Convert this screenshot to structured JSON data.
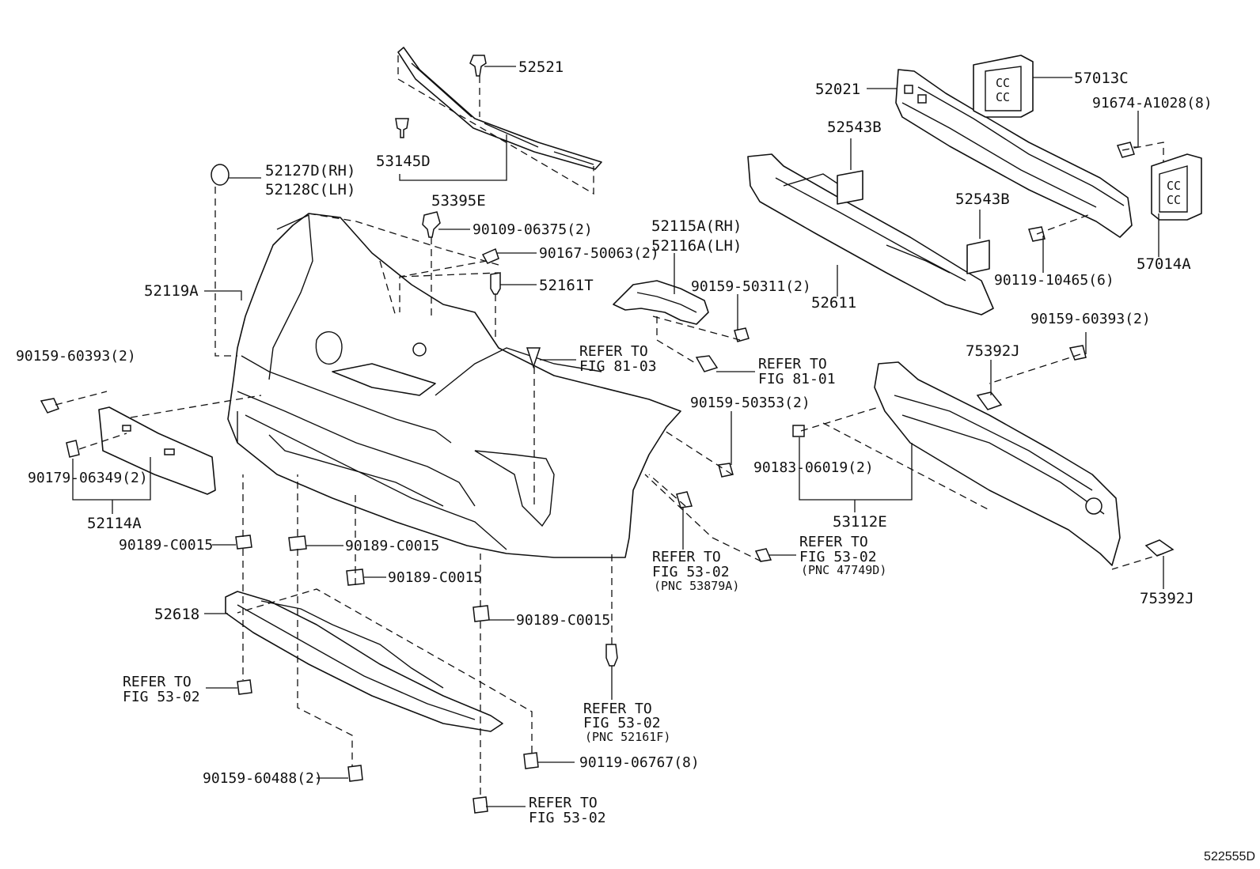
{
  "labels": {
    "p52521": "52521",
    "p53145d": "53145D",
    "p53395e": "53395E",
    "p52127d": "52127D(RH)",
    "p52128c": "52128C(LH)",
    "p52119a": "52119A",
    "p90109": "90109-06375(2)",
    "p90167": "90167-50063(2)",
    "p52161t": "52161T",
    "p52021": "52021",
    "p57013c": "57013C",
    "p91674": "91674-A1028(8)",
    "p52543b_1": "52543B",
    "p52543b_2": "52543B",
    "p52611": "52611",
    "p90119_10465": "90119-10465(6)",
    "p57014a": "57014A",
    "p52115a": "52115A(RH)",
    "p52116a": "52116A(LH)",
    "p90159_50311": "90159-50311(2)",
    "p90159_60393_r": "90159-60393(2)",
    "p75392j_top": "75392J",
    "p90159_60393_l": "90159-60393(2)",
    "p90159_50353": "90159-50353(2)",
    "p90183": "90183-06019(2)",
    "p53112e": "53112E",
    "p90179": "90179-06349(2)",
    "p52114a": "52114A",
    "p90189_a": "90189-C0015",
    "p90189_b": "90189-C0015",
    "p90189_c": "90189-C0015",
    "p90189_d": "90189-C0015",
    "p52618": "52618",
    "p75392j_bot": "75392J",
    "p90119_06767": "90119-06767(8)",
    "p90159_60488": "90159-60488(2)"
  },
  "refers": {
    "r8103_a": "REFER TO",
    "r8103_b": "FIG 81-03",
    "r8101_a": "REFER TO",
    "r8101_b": "FIG 81-01",
    "r5302_clip_a": "REFER TO",
    "r5302_clip_b": "FIG 53-02",
    "r5302_clip_c": "(PNC 53879A)",
    "r5302_47749_a": "REFER TO",
    "r5302_47749_b": "FIG 53-02",
    "r5302_47749_c": "(PNC 47749D)",
    "r5302_left_a": "REFER TO",
    "r5302_left_b": "FIG 53-02",
    "r5302_52161f_a": "REFER TO",
    "r5302_52161f_b": "FIG 53-02",
    "r5302_52161f_c": "(PNC 52161F)",
    "r5302_bottom_a": "REFER TO",
    "r5302_bottom_b": "FIG 53-02"
  },
  "diagram_code": "522555D"
}
